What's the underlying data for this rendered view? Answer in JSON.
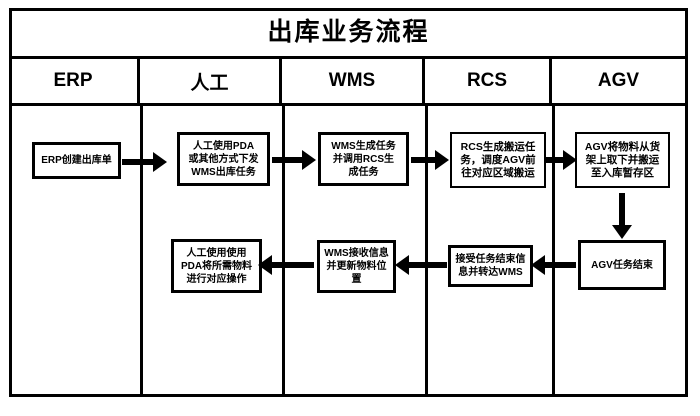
{
  "diagram": {
    "title": "出库业务流程",
    "columns": [
      {
        "id": "erp",
        "label": "ERP"
      },
      {
        "id": "manual",
        "label": "人工"
      },
      {
        "id": "wms",
        "label": "WMS"
      },
      {
        "id": "rcs",
        "label": "RCS"
      },
      {
        "id": "agv",
        "label": "AGV"
      }
    ],
    "nodes": [
      {
        "id": "n1",
        "lane": "ERP",
        "row": 1,
        "text": "ERP创建出库单"
      },
      {
        "id": "n2",
        "lane": "人工",
        "row": 1,
        "text": "人工使用PDA\n或其他方式下发\nWMS出库任务"
      },
      {
        "id": "n3",
        "lane": "WMS",
        "row": 1,
        "text": "WMS生成任务\n并调用RCS生\n成任务"
      },
      {
        "id": "n4",
        "lane": "RCS",
        "row": 1,
        "text": "RCS生成搬运任\n务，调度AGV前\n往对应区域搬运"
      },
      {
        "id": "n5",
        "lane": "AGV",
        "row": 1,
        "text": "AGV将物料从货\n架上取下并搬运\n至入库暂存区"
      },
      {
        "id": "n6",
        "lane": "AGV",
        "row": 2,
        "text": "AGV任务结束"
      },
      {
        "id": "n7",
        "lane": "RCS",
        "row": 2,
        "text": "接受任务结束信\n息并转达WMS"
      },
      {
        "id": "n8",
        "lane": "WMS",
        "row": 2,
        "text": "WMS接收信息\n并更新物料位\n置"
      },
      {
        "id": "n9",
        "lane": "人工",
        "row": 2,
        "text": "人工使用使用\nPDA将所需物料\n进行对应操作"
      }
    ],
    "edges": [
      {
        "from": "n1",
        "to": "n2",
        "direction": "right"
      },
      {
        "from": "n2",
        "to": "n3",
        "direction": "right"
      },
      {
        "from": "n3",
        "to": "n4",
        "direction": "right"
      },
      {
        "from": "n4",
        "to": "n5",
        "direction": "right"
      },
      {
        "from": "n5",
        "to": "n6",
        "direction": "down"
      },
      {
        "from": "n6",
        "to": "n7",
        "direction": "left"
      },
      {
        "from": "n7",
        "to": "n8",
        "direction": "left"
      },
      {
        "from": "n8",
        "to": "n9",
        "direction": "left"
      }
    ],
    "colors": {
      "stroke": "#000000",
      "background": "#ffffff",
      "text": "#000000"
    }
  }
}
